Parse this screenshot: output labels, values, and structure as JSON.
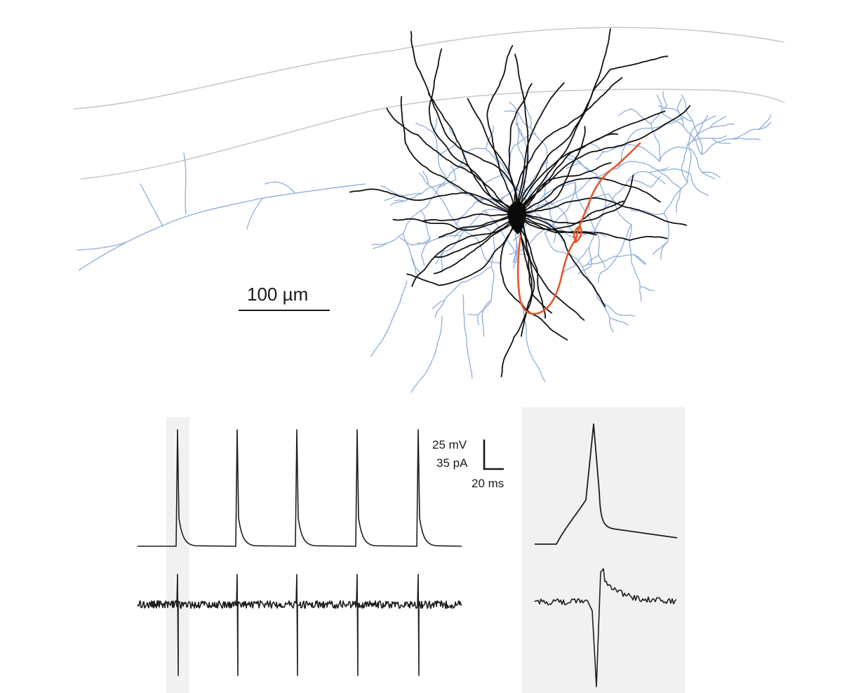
{
  "figure": {
    "scale_bar_morphology": "100 µm",
    "scale_bar_voltage": "25 mV",
    "scale_bar_current": "35 pA",
    "scale_bar_time": "20 ms"
  },
  "traces": {
    "spike_count": 5,
    "highlighted_spike_index": 1
  },
  "colors": {
    "dendrites": "#111111",
    "axon": "#8eadd8",
    "axon_highlight": "#e2572b",
    "layer_boundary": "#c9c9c9",
    "inset_background": "#f1f1f1",
    "trace": "#1e1e1e"
  }
}
